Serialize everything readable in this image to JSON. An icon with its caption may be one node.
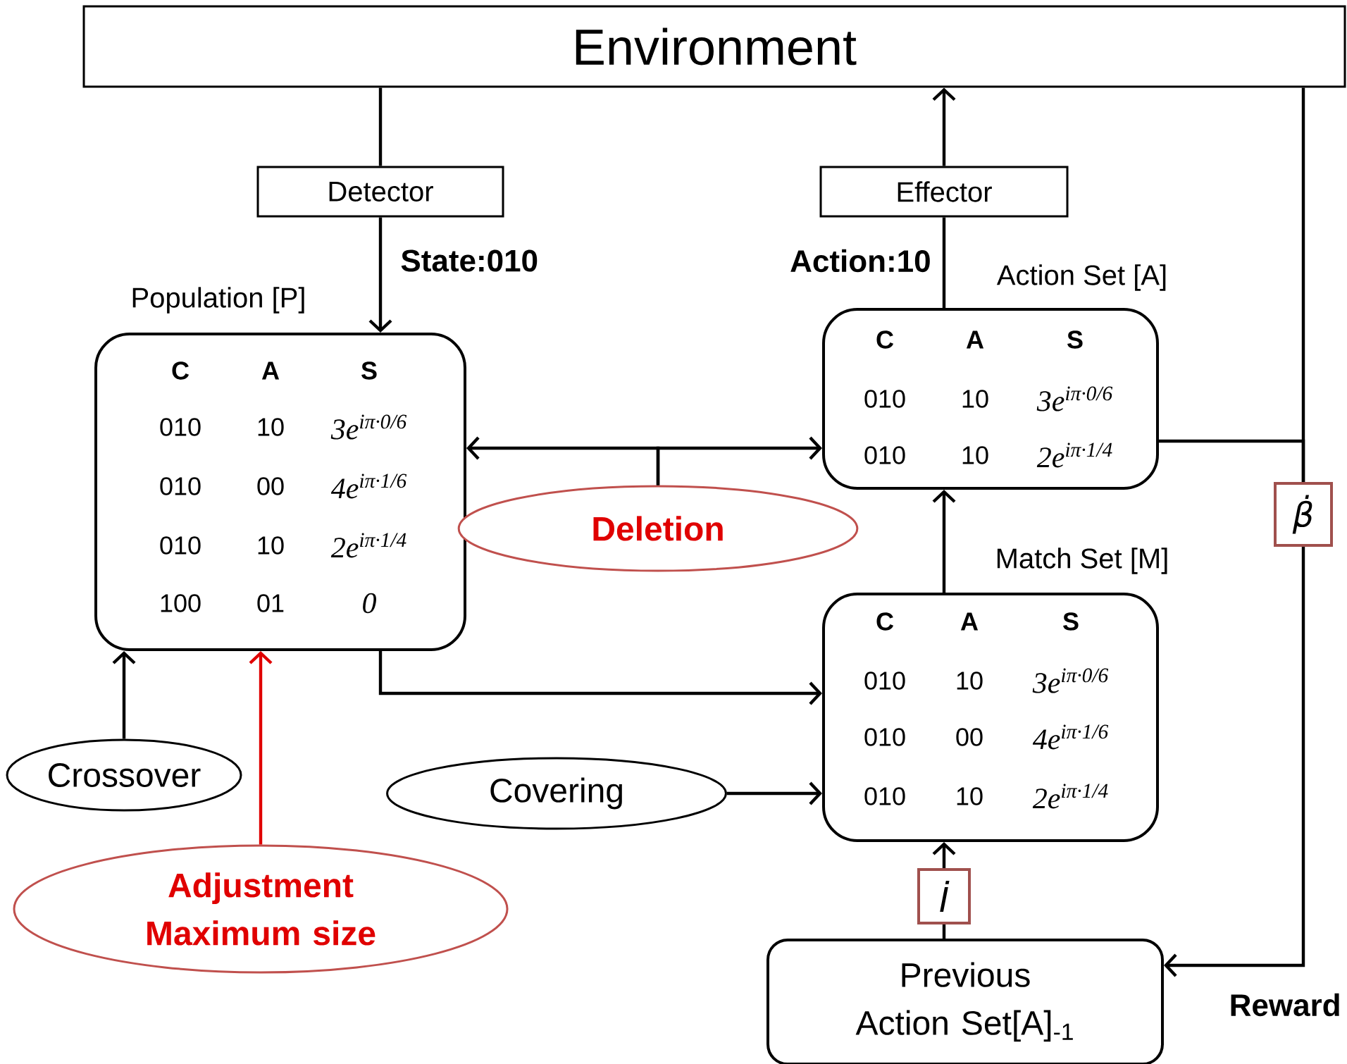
{
  "diagram": {
    "nodes": [
      {
        "text": [
          "Environment"
        ]
      },
      {
        "text": [
          "Detector"
        ]
      },
      {
        "text": [
          "Effector"
        ]
      },
      {
        "text": [
          "Population [P]",
          "C",
          "A",
          "S",
          "010",
          "10",
          "3e$^{iπ·0/6}$",
          "010",
          "00",
          "4e$^{iπ·1/6}$",
          "010",
          "10",
          "2e$^{iπ·1/4}$",
          "100",
          "01",
          "0"
        ]
      },
      {
        "text": [
          "Action Set [A]",
          "C",
          "A",
          "S",
          "010",
          "10",
          "3e$^{iπ·0/6}$",
          "010",
          "10",
          "2e$^{iπ·1/4}$"
        ]
      },
      {
        "text": [
          "Deletion"
        ]
      },
      {
        "text": [
          "Match Set [M]",
          "C",
          "A",
          "S",
          "010",
          "10",
          "3e$^{iπ·0/6}$",
          "010",
          "00",
          "4e$^{iπ·1/6}$",
          "010",
          "10",
          "2e$^{iπ·1/4}$"
        ]
      },
      {
        "text": [
          "Crossover"
        ]
      },
      {
        "text": [
          "Adjustment Maximum size"
        ]
      },
      {
        "text": [
          "Covering"
        ]
      },
      {
        "text": [
          "İ"
        ]
      },
      {
        "text": [
          "β̇"
        ]
      },
      {
        "text": [
          "Previous Action Set[A]$_{-1}$"
        ]
      }
    ],
    "edges": [
      {
        "from": 0,
        "to": 1,
        "arrow": "none"
      },
      {
        "from": 1,
        "to": 3,
        "arrow": "to",
        "label": "State:010"
      },
      {
        "from": 4,
        "to": 2,
        "arrow": "none",
        "label": "Action:10"
      },
      {
        "from": 2,
        "to": 0,
        "arrow": "to"
      },
      {
        "from": 5,
        "to": 3,
        "arrow": "to"
      },
      {
        "from": 5,
        "to": 4,
        "arrow": "to"
      },
      {
        "from": 3,
        "to": 6,
        "arrow": "to"
      },
      {
        "from": 7,
        "to": 3,
        "arrow": "to"
      },
      {
        "from": 8,
        "to": 3,
        "arrow": "to",
        "color": "#e00000"
      },
      {
        "from": 9,
        "to": 6,
        "arrow": "to"
      },
      {
        "from": 6,
        "to": 4,
        "arrow": "to"
      },
      {
        "from": 12,
        "to": 10,
        "arrow": "none"
      },
      {
        "from": 10,
        "to": 6,
        "arrow": "to"
      },
      {
        "from": 0,
        "to": 11,
        "arrow": "none"
      },
      {
        "from": 4,
        "to": 11,
        "arrow": "none"
      },
      {
        "from": 11,
        "to": 12,
        "arrow": "to",
        "label": "Reward"
      }
    ]
  }
}
